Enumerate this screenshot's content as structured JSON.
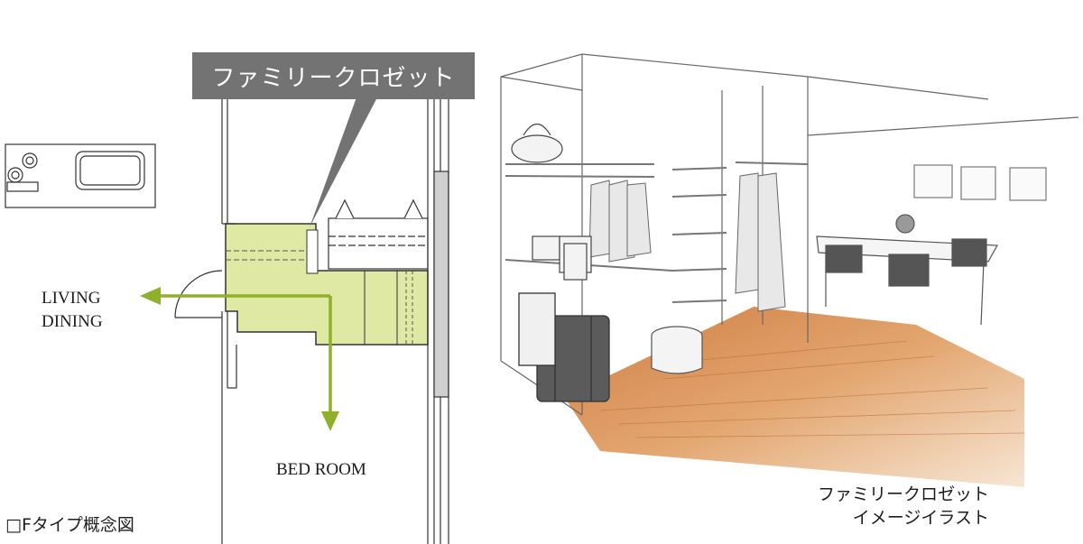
{
  "plan": {
    "callout": "ファミリークロゼット",
    "living_line1": "LIVING",
    "living_line2": "DINING",
    "bedroom": "BED ROOM",
    "type_caption": "□Fタイプ概念図",
    "closet_fill": "#dfe9a3",
    "arrow_color": "#8fb02b"
  },
  "illustration": {
    "caption_line1": "ファミリークロゼット",
    "caption_line2": "イメージイラスト",
    "floor_color": "#d98c4a"
  }
}
